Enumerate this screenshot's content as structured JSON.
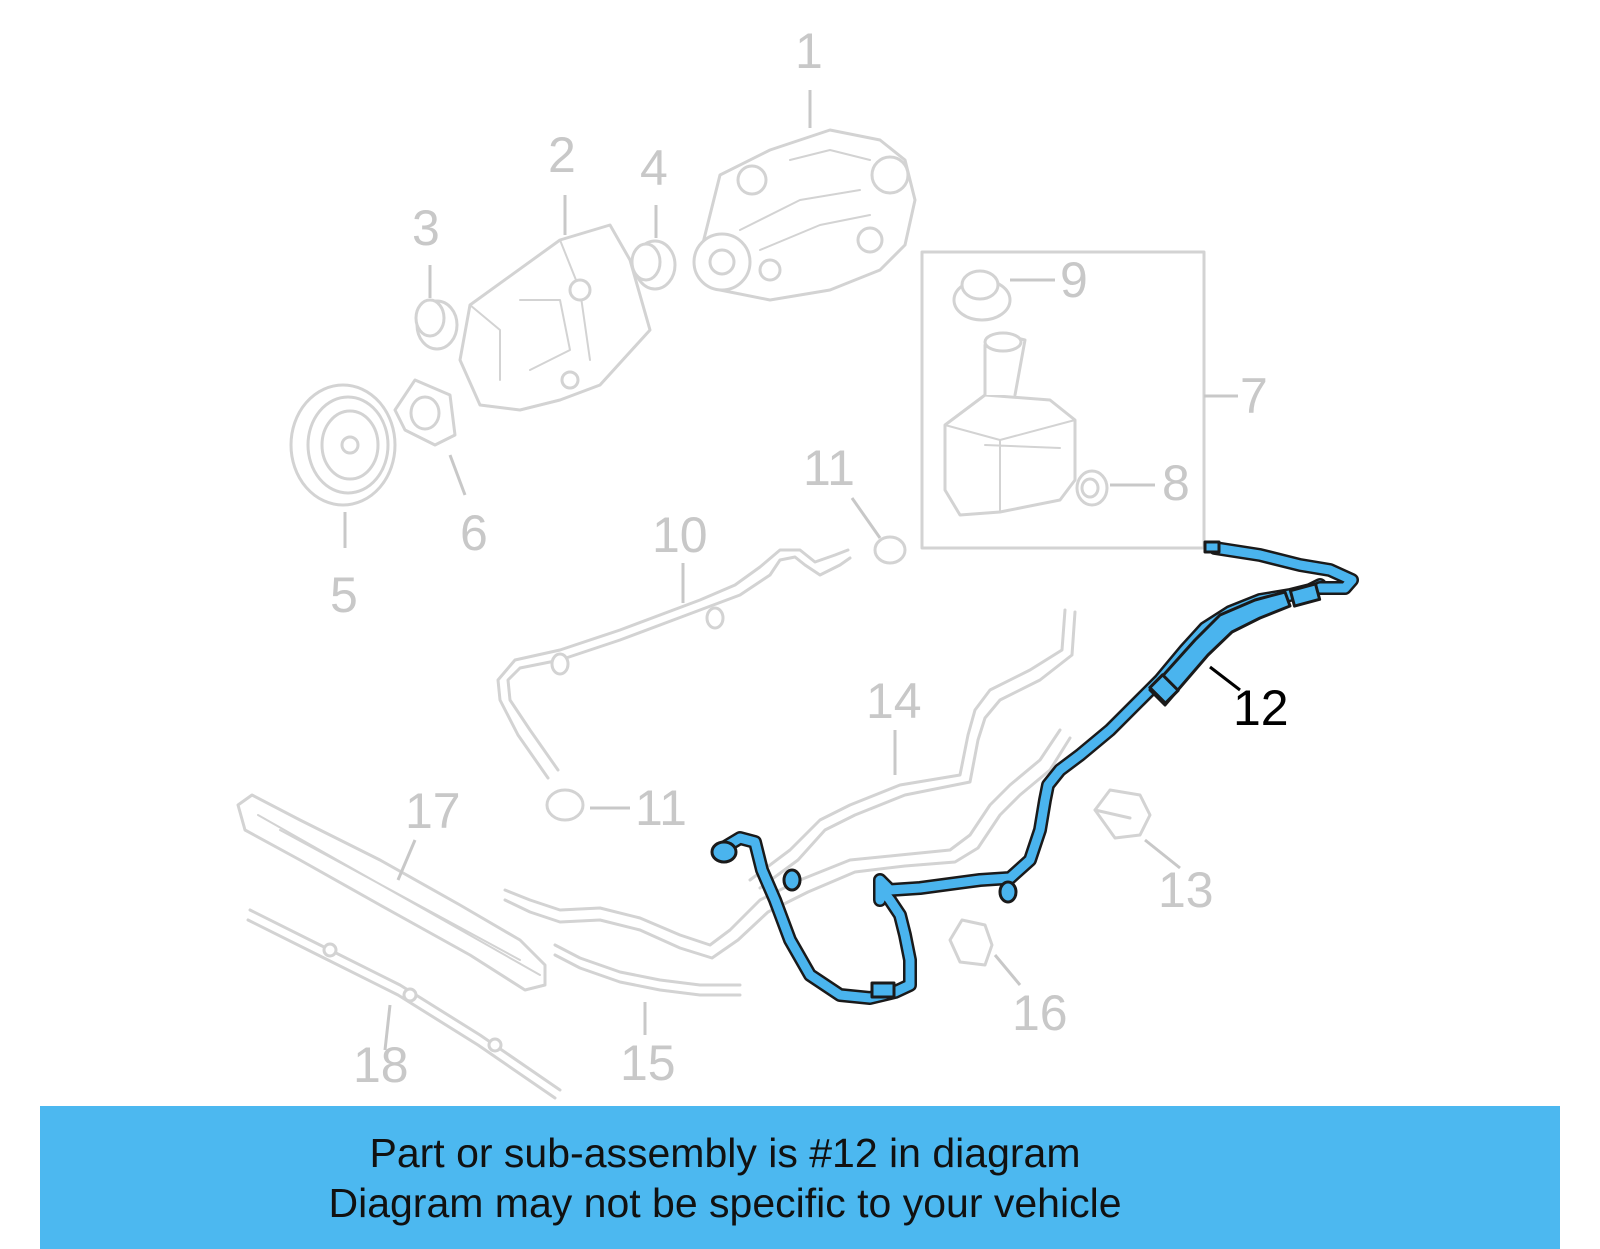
{
  "diagram": {
    "callouts": [
      {
        "id": "1",
        "label": "1"
      },
      {
        "id": "2",
        "label": "2"
      },
      {
        "id": "3",
        "label": "3"
      },
      {
        "id": "4",
        "label": "4"
      },
      {
        "id": "5",
        "label": "5"
      },
      {
        "id": "6",
        "label": "6"
      },
      {
        "id": "7",
        "label": "7"
      },
      {
        "id": "8",
        "label": "8"
      },
      {
        "id": "9",
        "label": "9"
      },
      {
        "id": "10",
        "label": "10"
      },
      {
        "id": "11a",
        "label": "11"
      },
      {
        "id": "11b",
        "label": "11"
      },
      {
        "id": "12",
        "label": "12"
      },
      {
        "id": "13",
        "label": "13"
      },
      {
        "id": "14",
        "label": "14"
      },
      {
        "id": "15",
        "label": "15"
      },
      {
        "id": "16",
        "label": "16"
      },
      {
        "id": "17",
        "label": "17"
      },
      {
        "id": "18",
        "label": "18"
      }
    ],
    "highlighted_part": "12",
    "highlight_color": "#4AB4EE",
    "ghost_color": "#D3D3D3"
  },
  "caption": {
    "line1": "Part or sub-assembly is #12 in diagram",
    "line2": "Diagram may not be specific to your vehicle",
    "background_color": "#4CB8F0"
  }
}
